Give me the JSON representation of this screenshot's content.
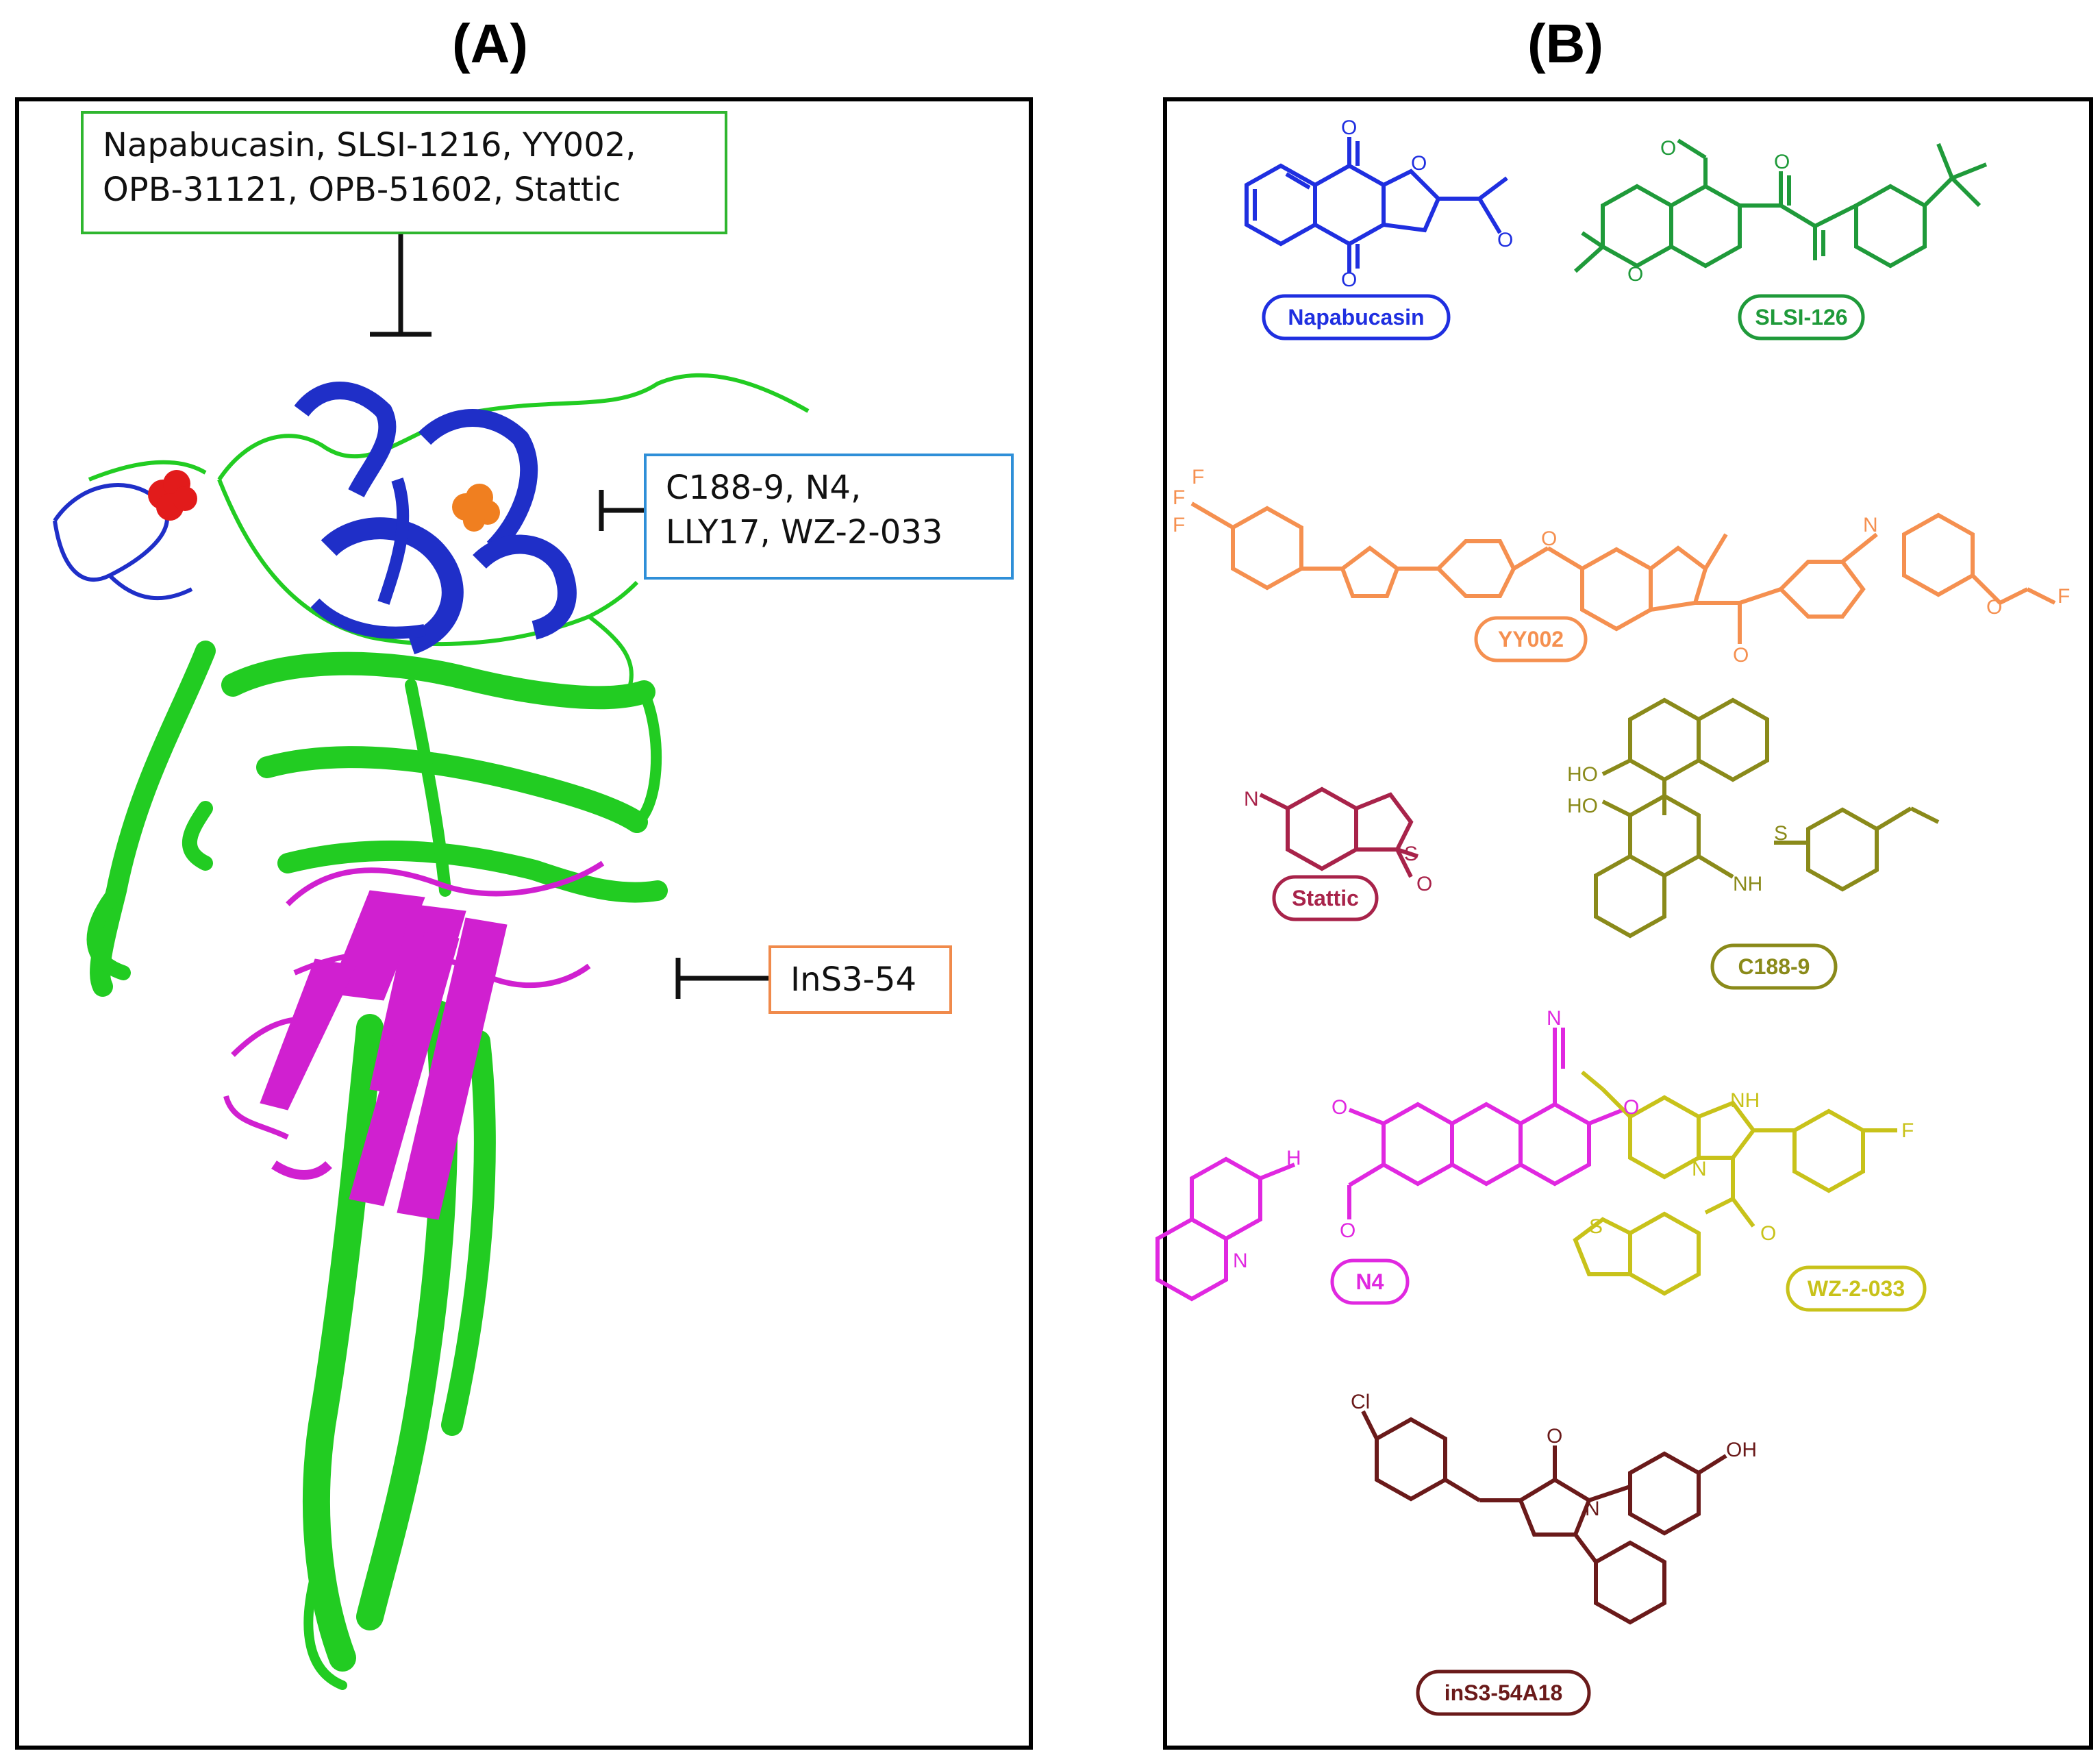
{
  "panel_a": {
    "label": "(A)"
  },
  "panel_b": {
    "label": "(B)"
  },
  "callouts": {
    "top": {
      "line1": "Napabucasin, SLSI-1216, YY002,",
      "line2": "OPB-31121, OPB-51602, Stattic",
      "color": "#2fb62f"
    },
    "right_upper": {
      "line1": "C188-9, N4,",
      "line2": "LLY17, WZ-2-033",
      "color": "#2f8fd8"
    },
    "right_lower": {
      "line1": "InS3-54",
      "color": "#f08a4b"
    }
  },
  "protein_colors": {
    "n_domain": "#1f2fc8",
    "core": "#22cc22",
    "sh2": "#d020d0",
    "ligand_red": "#e21b1b",
    "ligand_orange": "#f07f20"
  },
  "compounds": [
    {
      "name": "Napabucasin",
      "color": "#1f2fe0"
    },
    {
      "name": "SLSI-126",
      "color": "#1f9a3a"
    },
    {
      "name": "YY002",
      "color": "#f59050"
    },
    {
      "name": "Stattic",
      "color": "#a8234a"
    },
    {
      "name": "C188-9",
      "color": "#8a8a1a"
    },
    {
      "name": "N4",
      "color": "#e028e0"
    },
    {
      "name": "WZ-2-033",
      "color": "#c8c21a"
    },
    {
      "name": "inS3-54A18",
      "color": "#6a1a1a"
    }
  ],
  "atoms": {
    "o": "O",
    "f": "F",
    "n": "N",
    "s": "S",
    "ho": "HO",
    "oh": "OH",
    "cl": "Cl",
    "h": "H",
    "nh": "NH",
    "no2n": "N",
    "plus": "+",
    "minus": "-"
  }
}
